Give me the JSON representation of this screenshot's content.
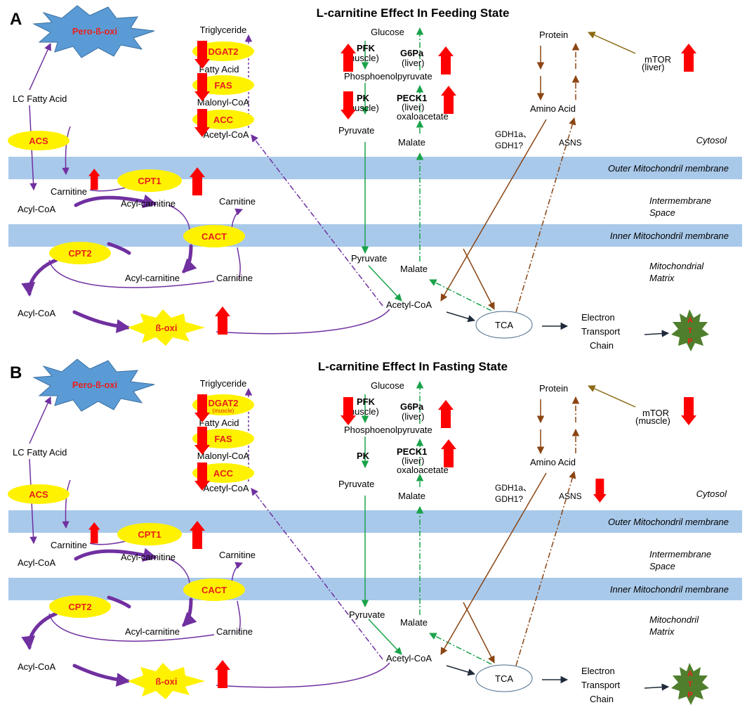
{
  "panels": [
    {
      "letter": "A",
      "title": "L-carnitine Effect In Feeding State",
      "pero_beta_oxi": "Pero-ß-oxi",
      "lc_fatty_acid": "LC Fatty Acid",
      "acs": "ACS",
      "triglyceride": "Triglyceride",
      "dgat2": "DGAT2",
      "dgat2_sub": "",
      "fatty_acid": "Fatty Acid",
      "fas": "FAS",
      "malonyl_coa": "Malonyl-CoA",
      "acc": "ACC",
      "acetyl_coa_cyto": "Acetyl-CoA",
      "glucose": "Glucose",
      "pfk": "PFK",
      "pfk_sub": "(muscle)",
      "g6pa": "G6Pa",
      "g6pa_sub": "(liver)",
      "pep": "Phosphoenolpyruvate",
      "pk": "PK",
      "pk_sub": "(muscle)",
      "peck1": "PECK1",
      "peck1_sub": "(liver)",
      "oxaloacetate": "oxaloacetate",
      "pyruvate_cyto": "Pyruvate",
      "malate_cyto": "Malate",
      "protein": "Protein",
      "mtor": "mTOR",
      "mtor_sub": "(liver)",
      "amino_acid": "Amino Acid",
      "gdh": "GDH1a、",
      "gdh2": "GDH1?",
      "asns": "ASNS",
      "cytosol": "Cytosol",
      "outer_membrane": "Outer Mitochondril membrane",
      "carnitine_1": "Carnitine",
      "cpt1": "CPT1",
      "acyl_coa_1": "Acyl-CoA",
      "acyl_carnitine_1": "Acyl-carnitine",
      "carnitine_2": "Carnitine",
      "intermembrane_1": "Intermembrane",
      "intermembrane_2": "Space",
      "inner_membrane": "Inner Mitochondril membrane",
      "cact": "CACT",
      "cpt2": "CPT2",
      "pyruvate_mito": "Pyruvate",
      "malate_mito": "Malate",
      "matrix_1": "Mitochondrial",
      "matrix_2": "Matrix",
      "acyl_carnitine_2": "Acyl-carnitine",
      "carnitine_3": "Carnitine",
      "acyl_coa_2": "Acyl-CoA",
      "beta_oxi": "ß-oxi",
      "acetyl_coa_mito": "Acetyl-CoA",
      "tca": "TCA",
      "etc_1": "Electron",
      "etc_2": "Transport",
      "etc_3": "Chain",
      "atp_letters": [
        "A",
        "T",
        "P"
      ],
      "changes": {
        "dgat2": "down",
        "fas": "down",
        "acc": "down",
        "pfk": "up",
        "g6pa": "up",
        "pk": "down",
        "peck1": "up",
        "mtor": "up",
        "asns": "none",
        "carnitine": "up",
        "cpt1": "up",
        "beta_oxi": "up"
      }
    },
    {
      "letter": "B",
      "title": "L-carnitine Effect In Fasting State",
      "pero_beta_oxi": "Pero-ß-oxi",
      "lc_fatty_acid": "LC Fatty Acid",
      "acs": "ACS",
      "triglyceride": "Triglyceride",
      "dgat2": "DGAT2",
      "dgat2_sub": "(muscle)",
      "fatty_acid": "Fatty Acid",
      "fas": "FAS",
      "malonyl_coa": "Malonyl-CoA",
      "acc": "ACC",
      "acetyl_coa_cyto": "Acetyl-CoA",
      "glucose": "Glucose",
      "pfk": "PFK",
      "pfk_sub": "(muscle)",
      "g6pa": "G6Pa",
      "g6pa_sub": "(liver)",
      "pep": "Phosphoenolpyruvate",
      "pk": "PK",
      "pk_sub": "",
      "peck1": "PECK1",
      "peck1_sub": "(liver)",
      "oxaloacetate": "oxaloacetate",
      "pyruvate_cyto": "Pyruvate",
      "malate_cyto": "Malate",
      "protein": "Protein",
      "mtor": "mTOR",
      "mtor_sub": "(muscle)",
      "amino_acid": "Amino Acid",
      "gdh": "GDH1a、",
      "gdh2": "GDH1?",
      "asns": "ASNS",
      "cytosol": "Cytosol",
      "outer_membrane": "Outer Mitochondril membrane",
      "carnitine_1": "Carnitine",
      "cpt1": "CPT1",
      "acyl_coa_1": "Acyl-CoA",
      "acyl_carnitine_1": "Acyl-carnitine",
      "carnitine_2": "Carnitine",
      "intermembrane_1": "Intermembrane",
      "intermembrane_2": "Space",
      "inner_membrane": "Inner Mitochondril membrane",
      "cact": "CACT",
      "cpt2": "CPT2",
      "pyruvate_mito": "Pyruvate",
      "malate_mito": "Malate",
      "matrix_1": "Mitochondril",
      "matrix_2": "Matrix",
      "acyl_carnitine_2": "Acyl-carnitine",
      "carnitine_3": "Carnitine",
      "acyl_coa_2": "Acyl-CoA",
      "beta_oxi": "ß-oxi",
      "acetyl_coa_mito": "Acetyl-CoA",
      "tca": "TCA",
      "etc_1": "Electron",
      "etc_2": "Transport",
      "etc_3": "Chain",
      "atp_letters": [
        "A",
        "T",
        "P"
      ],
      "changes": {
        "dgat2": "down",
        "fas": "down",
        "acc": "down",
        "pfk": "down",
        "g6pa": "up",
        "pk": "none",
        "peck1": "up",
        "mtor": "down",
        "asns": "down",
        "carnitine": "up",
        "cpt1": "up",
        "beta_oxi": "up"
      }
    }
  ],
  "colors": {
    "membrane": "#a9c9ea",
    "enzyme_fill": "#fff200",
    "enzyme_text": "#e8201c",
    "change_arrow": "#ff0000",
    "lipid_path": "#7030a0",
    "glucose_path": "#1aa34a",
    "protein_path": "#8b4513",
    "mtor_path": "#8b6914",
    "pero_fill": "#5b9bd5",
    "atp_fill": "#4f7f2c",
    "dark_arrow": "#1f2a3a"
  }
}
